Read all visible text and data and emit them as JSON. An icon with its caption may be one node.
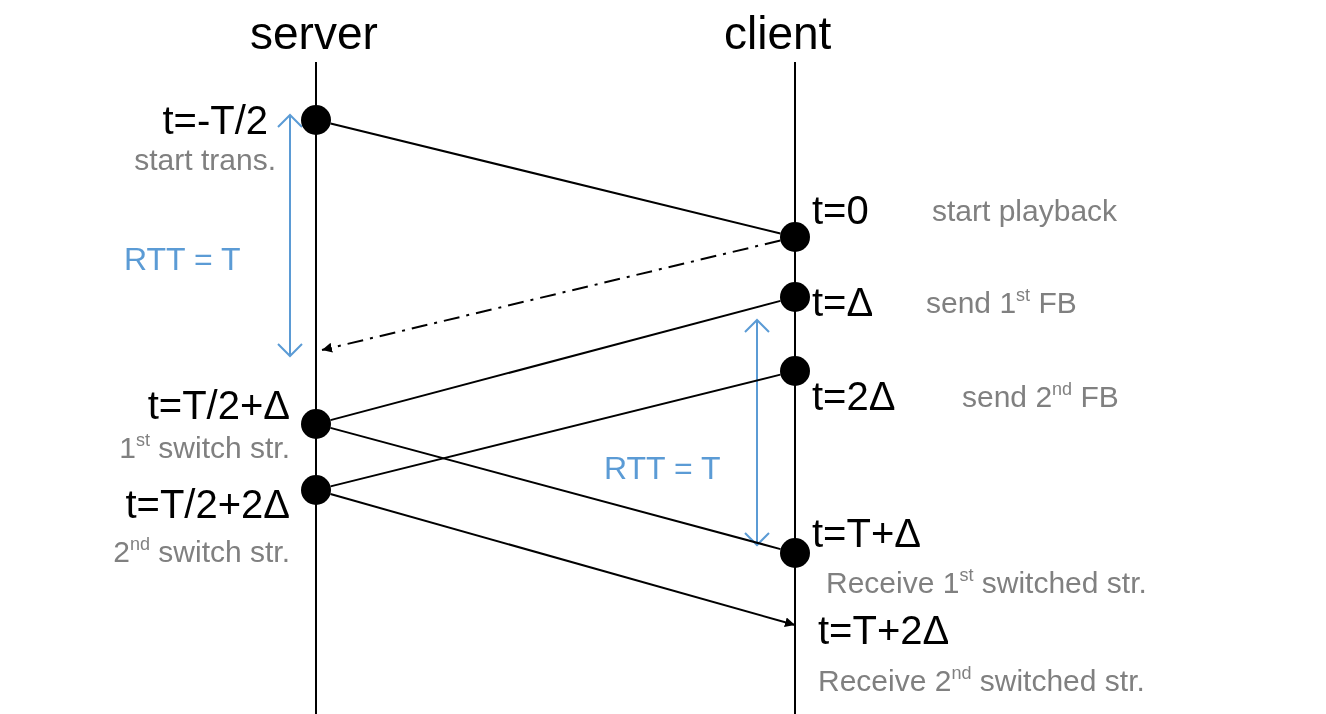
{
  "diagram": {
    "nodes": [
      {
        "text": [],
        "shape": "circle",
        "beside": [
          "t=-T/2",
          "start trans."
        ]
      },
      {
        "text": [],
        "shape": "circle",
        "beside": [
          "t=0",
          "start playback"
        ]
      },
      {
        "text": [],
        "shape": "circle",
        "beside": [
          "t=Δ",
          "send 1$^{st}$ FB"
        ]
      },
      {
        "text": [],
        "shape": "circle",
        "beside": [
          "t=2Δ",
          "send 2$^{nd}$ FB"
        ]
      },
      {
        "text": [],
        "shape": "circle",
        "beside": [
          "t=T/2+Δ",
          "1$^{st}$ switch str."
        ]
      },
      {
        "text": [],
        "shape": "circle",
        "beside": [
          "t=T/2+2Δ",
          "2$^{nd}$ switch str."
        ]
      },
      {
        "text": [],
        "shape": "circle",
        "beside": [
          "t=T+Δ",
          "Receive 1$^{st}$ switched str."
        ]
      },
      {
        "text": [
          "t=T+2Δ",
          "Receive 2$^{nd}$ switched str."
        ]
      }
    ],
    "edges": [
      {
        "from": 0,
        "to": 1,
        "arrow": "none"
      },
      {
        "from": 1,
        "to": null,
        "arrow": "to",
        "style": "dashed"
      },
      {
        "from": 2,
        "to": 4,
        "arrow": "none"
      },
      {
        "from": 3,
        "to": 5,
        "arrow": "none"
      },
      {
        "from": 4,
        "to": 6,
        "arrow": "none"
      },
      {
        "from": 5,
        "to": 7,
        "arrow": "to"
      }
    ],
    "labels": [
      "server",
      "client",
      "RTT = T",
      "RTT = T"
    ]
  }
}
